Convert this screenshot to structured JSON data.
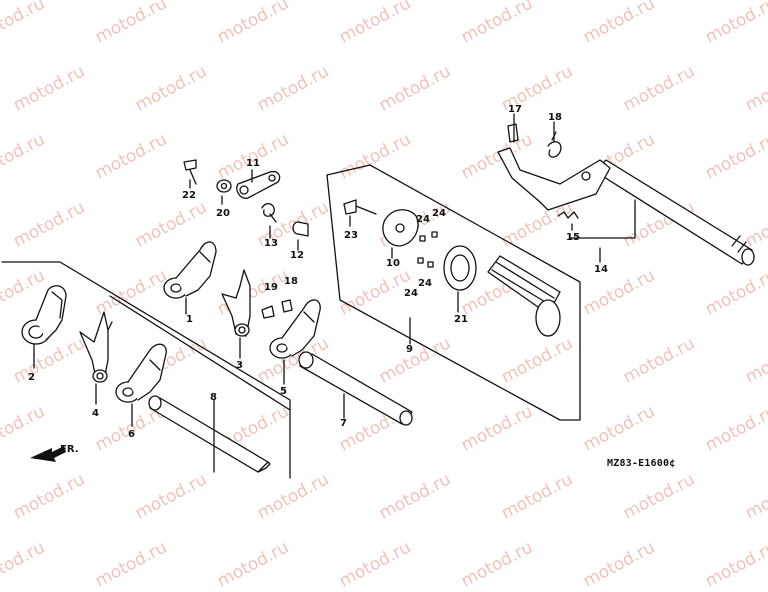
{
  "watermark": "motod.ru",
  "diagram_code": "MZ83-E1600¢",
  "front_arrow_label": "FR.",
  "callouts": {
    "n1": "1",
    "n2": "2",
    "n3": "3",
    "n4": "4",
    "n5": "5",
    "n6": "6",
    "n7": "7",
    "n8": "8",
    "n9": "9",
    "n10": "10",
    "n11": "11",
    "n12": "12",
    "n13": "13",
    "n14": "14",
    "n15": "15",
    "n17": "17",
    "n18a": "18",
    "n18b": "18",
    "n19": "19",
    "n20": "20",
    "n21": "21",
    "n22": "22",
    "n23": "23",
    "n24a": "24",
    "n24b": "24",
    "n24c": "24",
    "n24d": "24"
  },
  "colors": {
    "line": "#111111",
    "watermark": "#f1c2b8",
    "background": "#ffffff"
  }
}
